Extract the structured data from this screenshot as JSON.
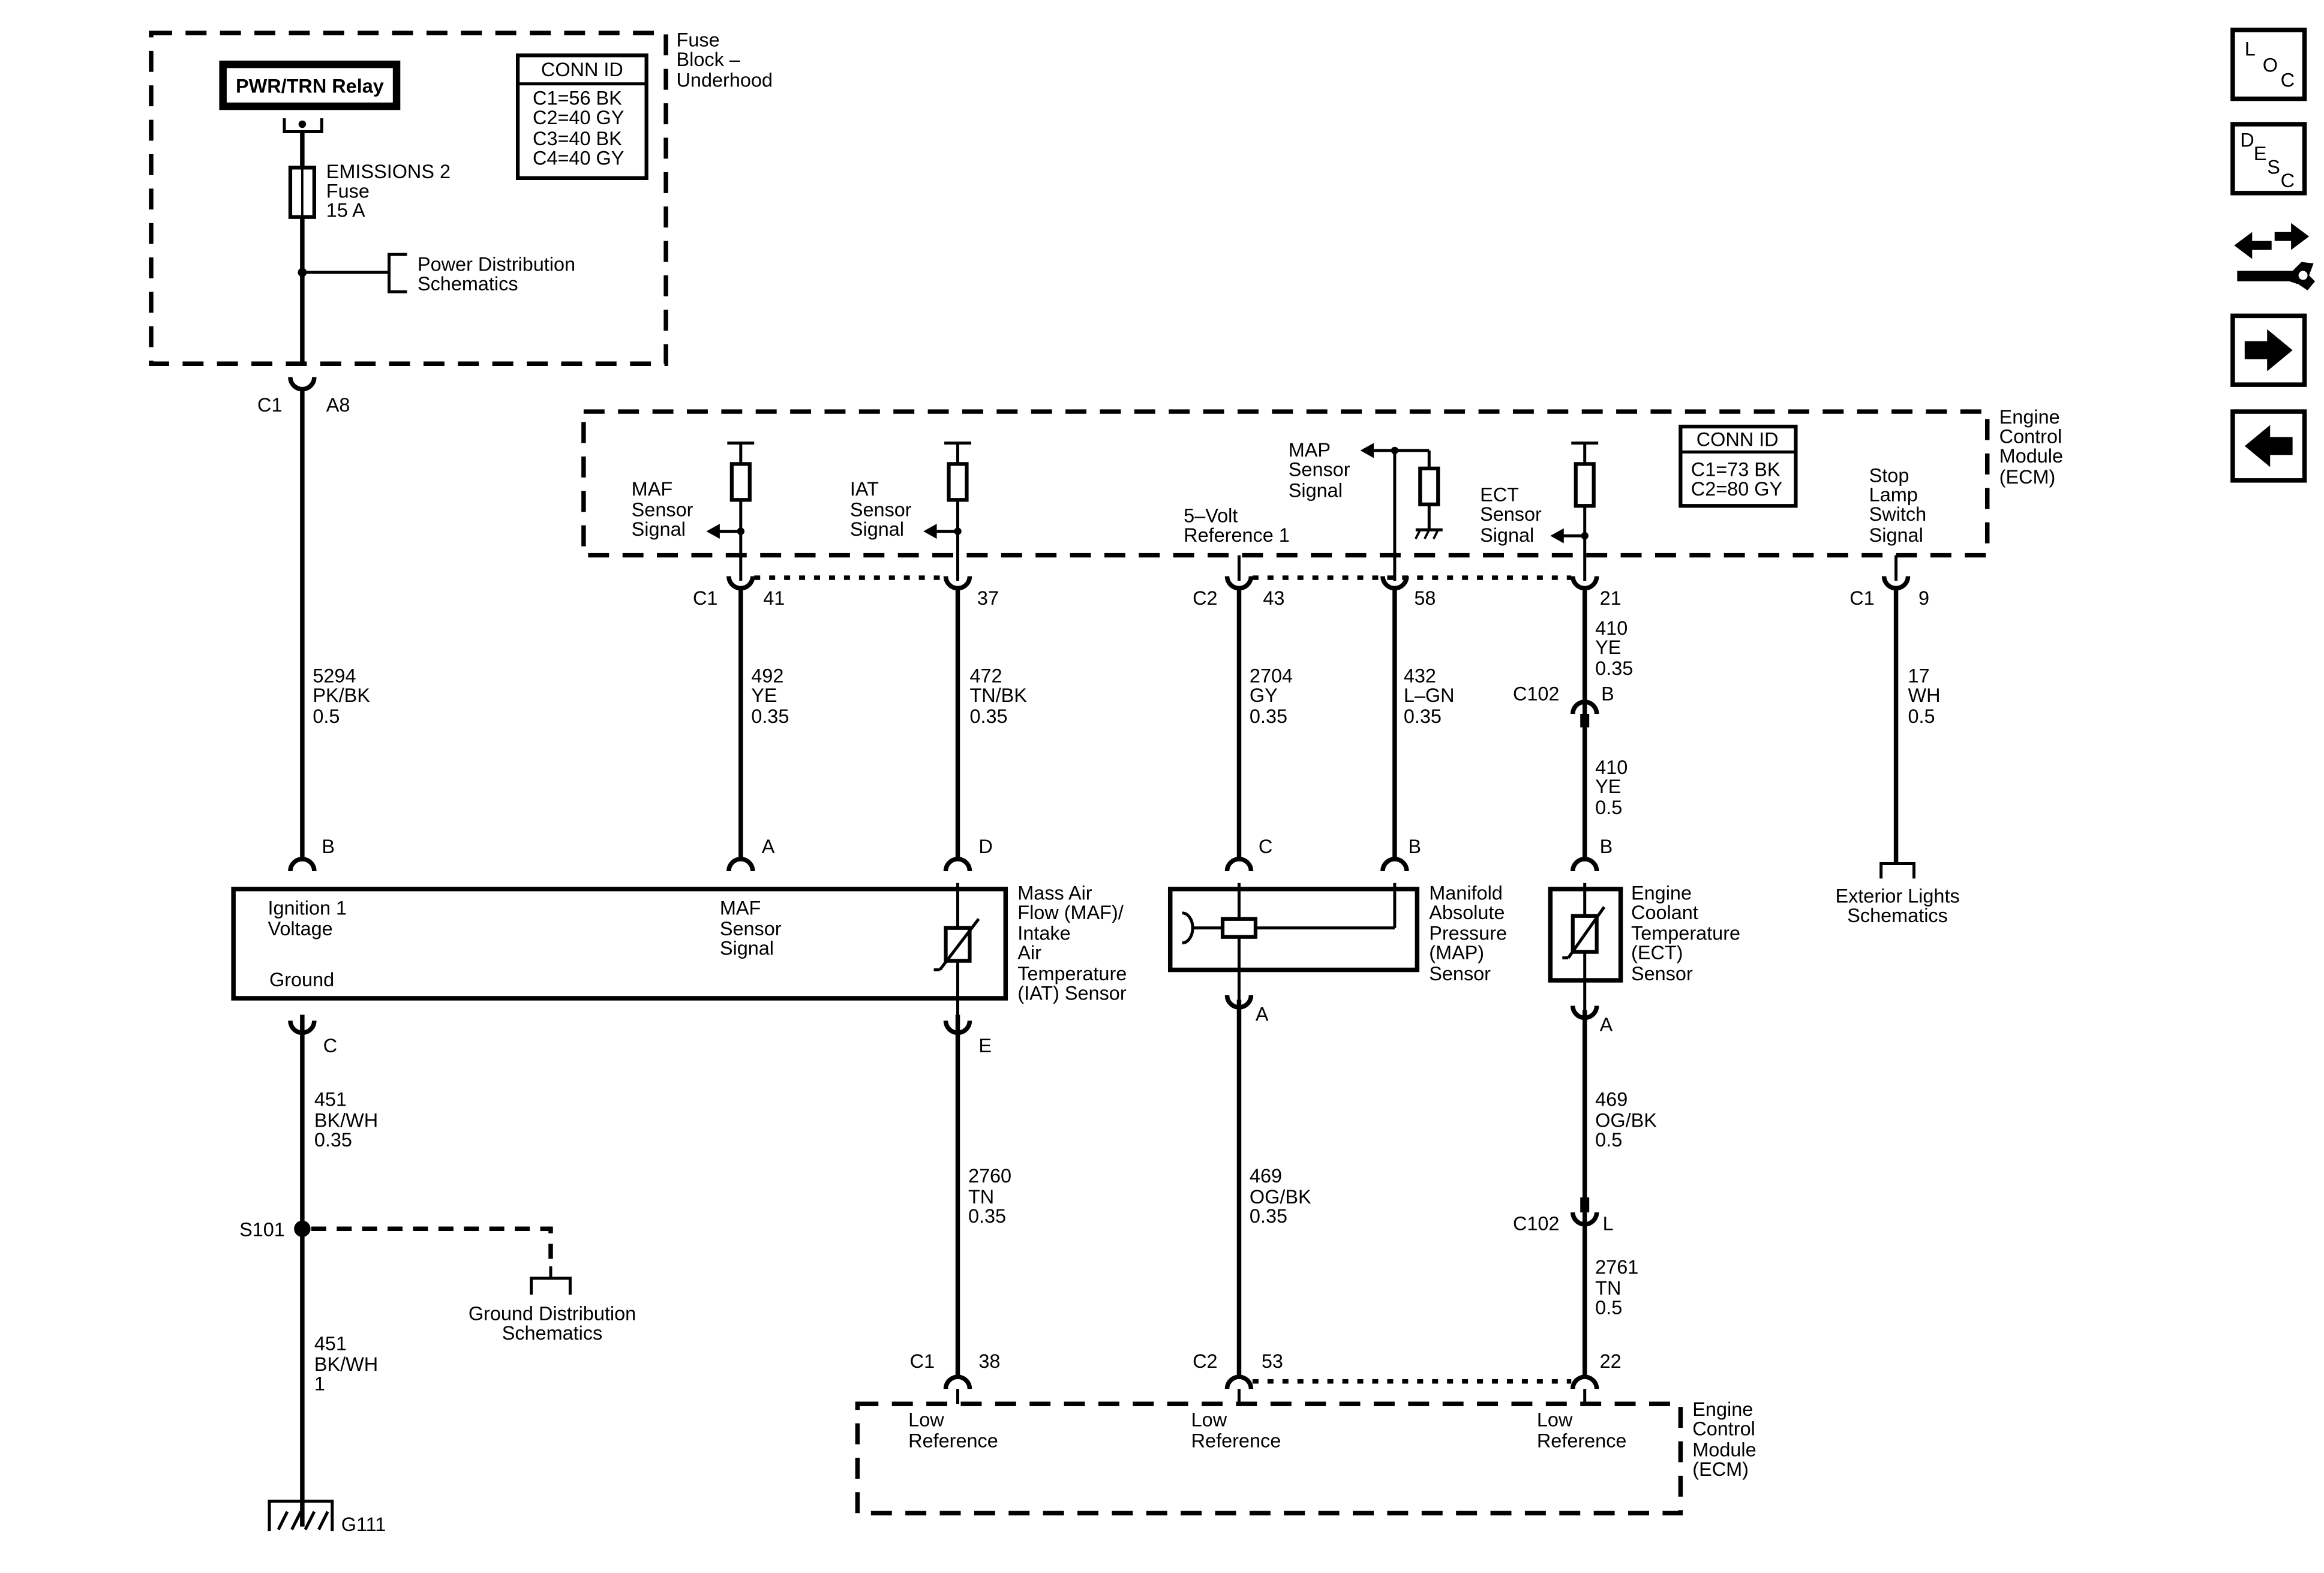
{
  "fuse_block": {
    "title_lines": [
      "Fuse",
      "Block –",
      "Underhood"
    ],
    "relay": "PWR/TRN Relay",
    "fuse_lines": [
      "EMISSIONS 2",
      "Fuse",
      "15 A"
    ],
    "power_dist_lines": [
      "Power Distribution",
      "Schematics"
    ],
    "conn_id_title": "CONN ID",
    "conn_ids": [
      "C1=56 BK",
      "C2=40 GY",
      "C3=40 BK",
      "C4=40 GY"
    ]
  },
  "ecm_upper": {
    "title_lines": [
      "Engine",
      "Control",
      "Module",
      "(ECM)"
    ],
    "conn_id_title": "CONN ID",
    "conn_ids": [
      "C1=73 BK",
      "C2=80 GY"
    ],
    "maf_signal": [
      "MAF",
      "Sensor",
      "Signal"
    ],
    "iat_signal": [
      "IAT",
      "Sensor",
      "Signal"
    ],
    "five_volt_ref": [
      "5–Volt",
      "Reference 1"
    ],
    "map_signal": [
      "MAP",
      "Sensor",
      "Signal"
    ],
    "ect_signal": [
      "ECT",
      "Sensor",
      "Signal"
    ],
    "stop_lamp": [
      "Stop",
      "Lamp",
      "Switch",
      "Signal"
    ]
  },
  "ecm_lower": {
    "title_lines": [
      "Engine",
      "Control",
      "Module",
      "(ECM)"
    ],
    "low_ref": [
      "Low",
      "Reference"
    ]
  },
  "connectors": {
    "c1": "C1",
    "c2": "C2",
    "c102": "C102",
    "a8": "A8",
    "p41": "41",
    "p37": "37",
    "p43": "43",
    "p58": "58",
    "p21": "21",
    "p9": "9",
    "p38": "38",
    "p53": "53",
    "p22": "22",
    "pin_a": "A",
    "pin_b": "B",
    "pin_c": "C",
    "pin_d": "D",
    "pin_e": "E",
    "pin_l": "L"
  },
  "wires": {
    "w5294": [
      "5294",
      "PK/BK",
      "0.5"
    ],
    "w492": [
      "492",
      "YE",
      "0.35"
    ],
    "w472": [
      "472",
      "TN/BK",
      "0.35"
    ],
    "w2704": [
      "2704",
      "GY",
      "0.35"
    ],
    "w432": [
      "432",
      "L–GN",
      "0.35"
    ],
    "w410a": [
      "410",
      "YE",
      "0.35"
    ],
    "w410b": [
      "410",
      "YE",
      "0.5"
    ],
    "w17": [
      "17",
      "WH",
      "0.5"
    ],
    "w451a": [
      "451",
      "BK/WH",
      "0.35"
    ],
    "w451b": [
      "451",
      "BK/WH",
      "1"
    ],
    "w2760": [
      "2760",
      "TN",
      "0.35"
    ],
    "w469a": [
      "469",
      "OG/BK",
      "0.35"
    ],
    "w469b": [
      "469",
      "OG/BK",
      "0.5"
    ],
    "w2761": [
      "2761",
      "TN",
      "0.5"
    ]
  },
  "components": {
    "maf_sensor_name": [
      "Mass Air",
      "Flow (MAF)/",
      "Intake",
      "Air",
      "Temperature",
      "(IAT) Sensor"
    ],
    "maf_ign": [
      "Ignition 1",
      "Voltage"
    ],
    "maf_ground": "Ground",
    "maf_signal_label": [
      "MAF",
      "Sensor",
      "Signal"
    ],
    "map_sensor_name": [
      "Manifold",
      "Absolute",
      "Pressure",
      "(MAP)",
      "Sensor"
    ],
    "ect_sensor_name": [
      "Engine",
      "Coolant",
      "Temperature",
      "(ECT)",
      "Sensor"
    ],
    "exterior_lights": [
      "Exterior Lights",
      "Schematics"
    ],
    "splice": "S101",
    "ground_dist": [
      "Ground Distribution",
      "Schematics"
    ],
    "ground": "G111"
  },
  "nav": {
    "loc_letters": [
      "L",
      "O",
      "C"
    ],
    "desc_letters": [
      "D",
      "E",
      "S",
      "C"
    ]
  }
}
